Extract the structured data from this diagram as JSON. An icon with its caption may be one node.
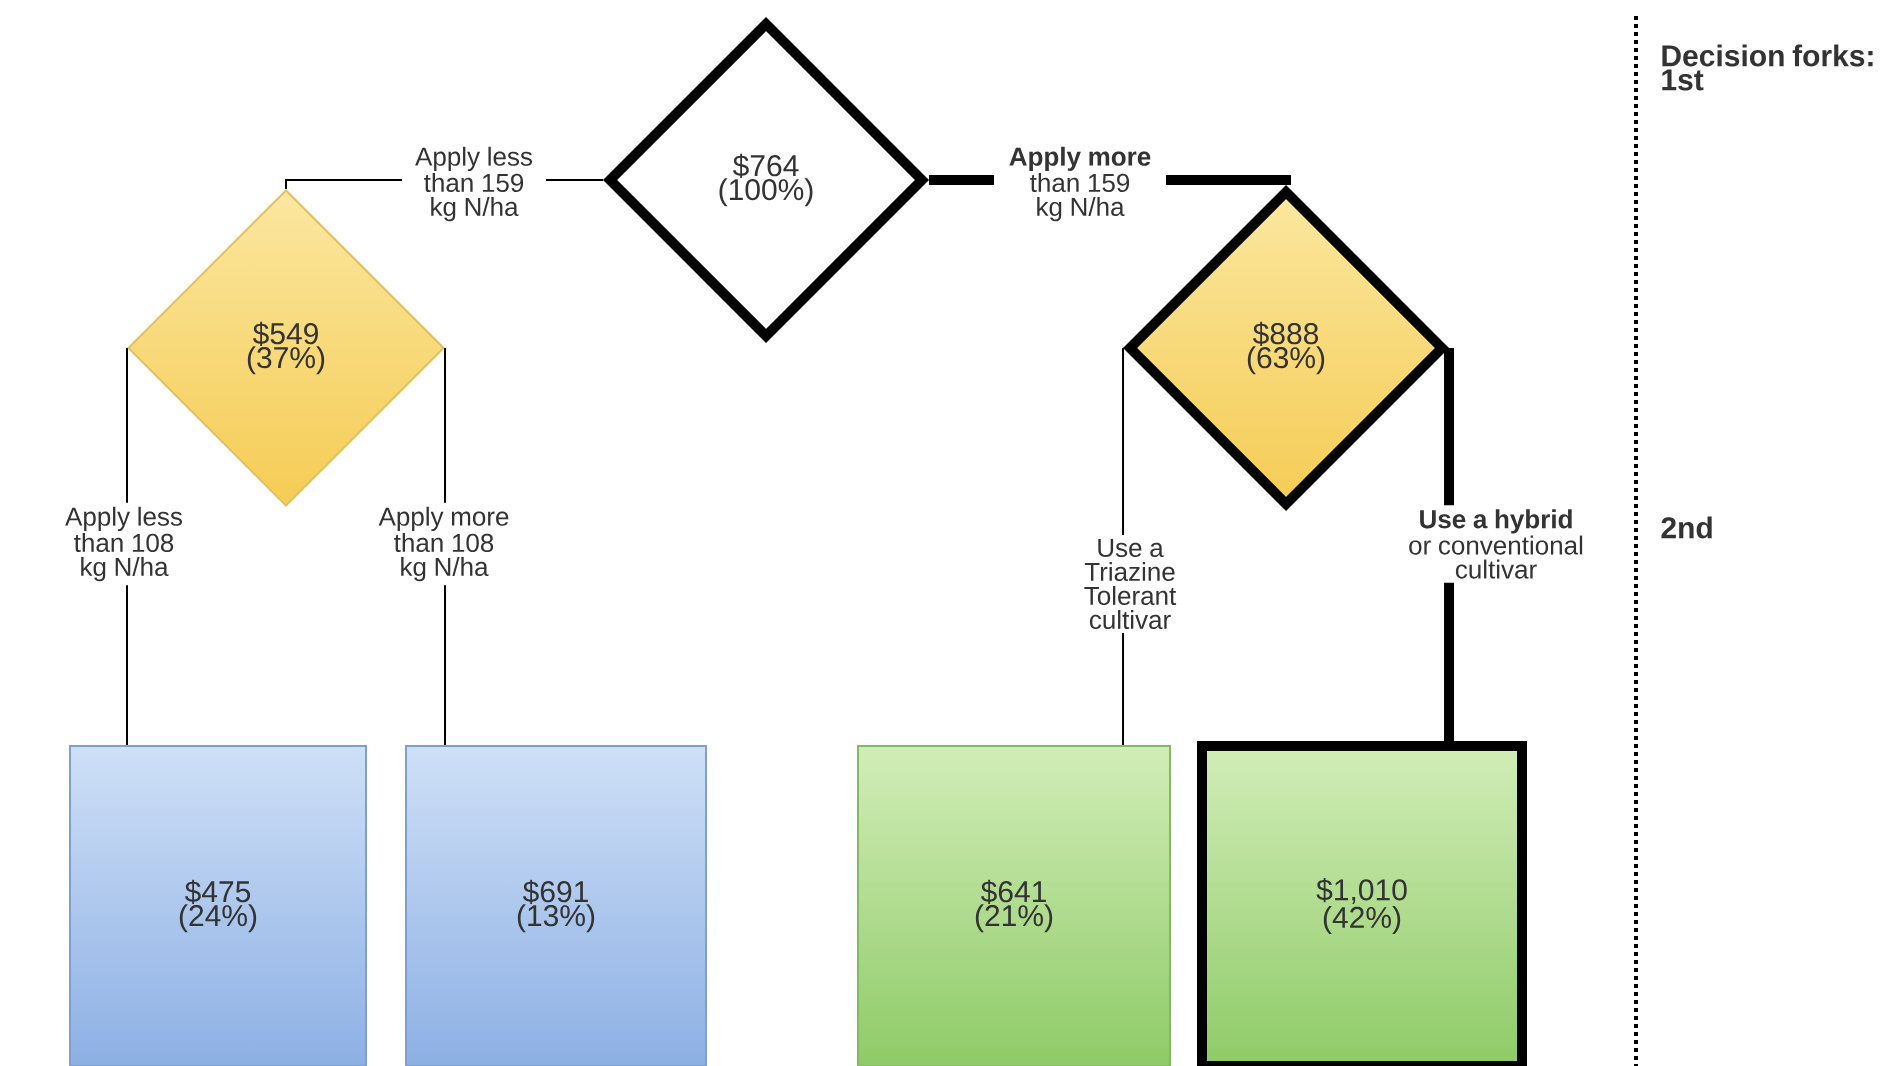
{
  "diagram": {
    "nodes": [
      {
        "text": [
          "$764 (100%)"
        ]
      },
      {
        "text": [
          "$549 (37%)"
        ]
      },
      {
        "text": [
          "$888 (63%)"
        ]
      },
      {
        "text": [
          "$475 (24%)"
        ]
      },
      {
        "text": [
          "$691 (13%)"
        ]
      },
      {
        "text": [
          "$641 (21%)"
        ]
      },
      {
        "text": [
          "$1,010 (42%)"
        ]
      }
    ],
    "edges": [
      {
        "from": 0,
        "to": 1,
        "arrow": "none",
        "label": "Apply less than 159 kg N/ha"
      },
      {
        "from": 0,
        "to": 2,
        "arrow": "none",
        "label": "**Apply more** than 159 kg N/ha",
        "style": "thick"
      },
      {
        "from": 1,
        "to": 3,
        "arrow": "none",
        "label": "Apply less than 108 kg N/ha"
      },
      {
        "from": 1,
        "to": 4,
        "arrow": "none",
        "label": "Apply more than 108 kg N/ha"
      },
      {
        "from": 2,
        "to": 5,
        "arrow": "none",
        "label": "Use a Triazine Tolerant cultivar"
      },
      {
        "from": 2,
        "to": 6,
        "arrow": "none",
        "label": "**Use a hybrid** or conventional cultivar",
        "style": "thick"
      }
    ],
    "labels": [
      "Decision forks: 1st",
      "2nd"
    ]
  }
}
